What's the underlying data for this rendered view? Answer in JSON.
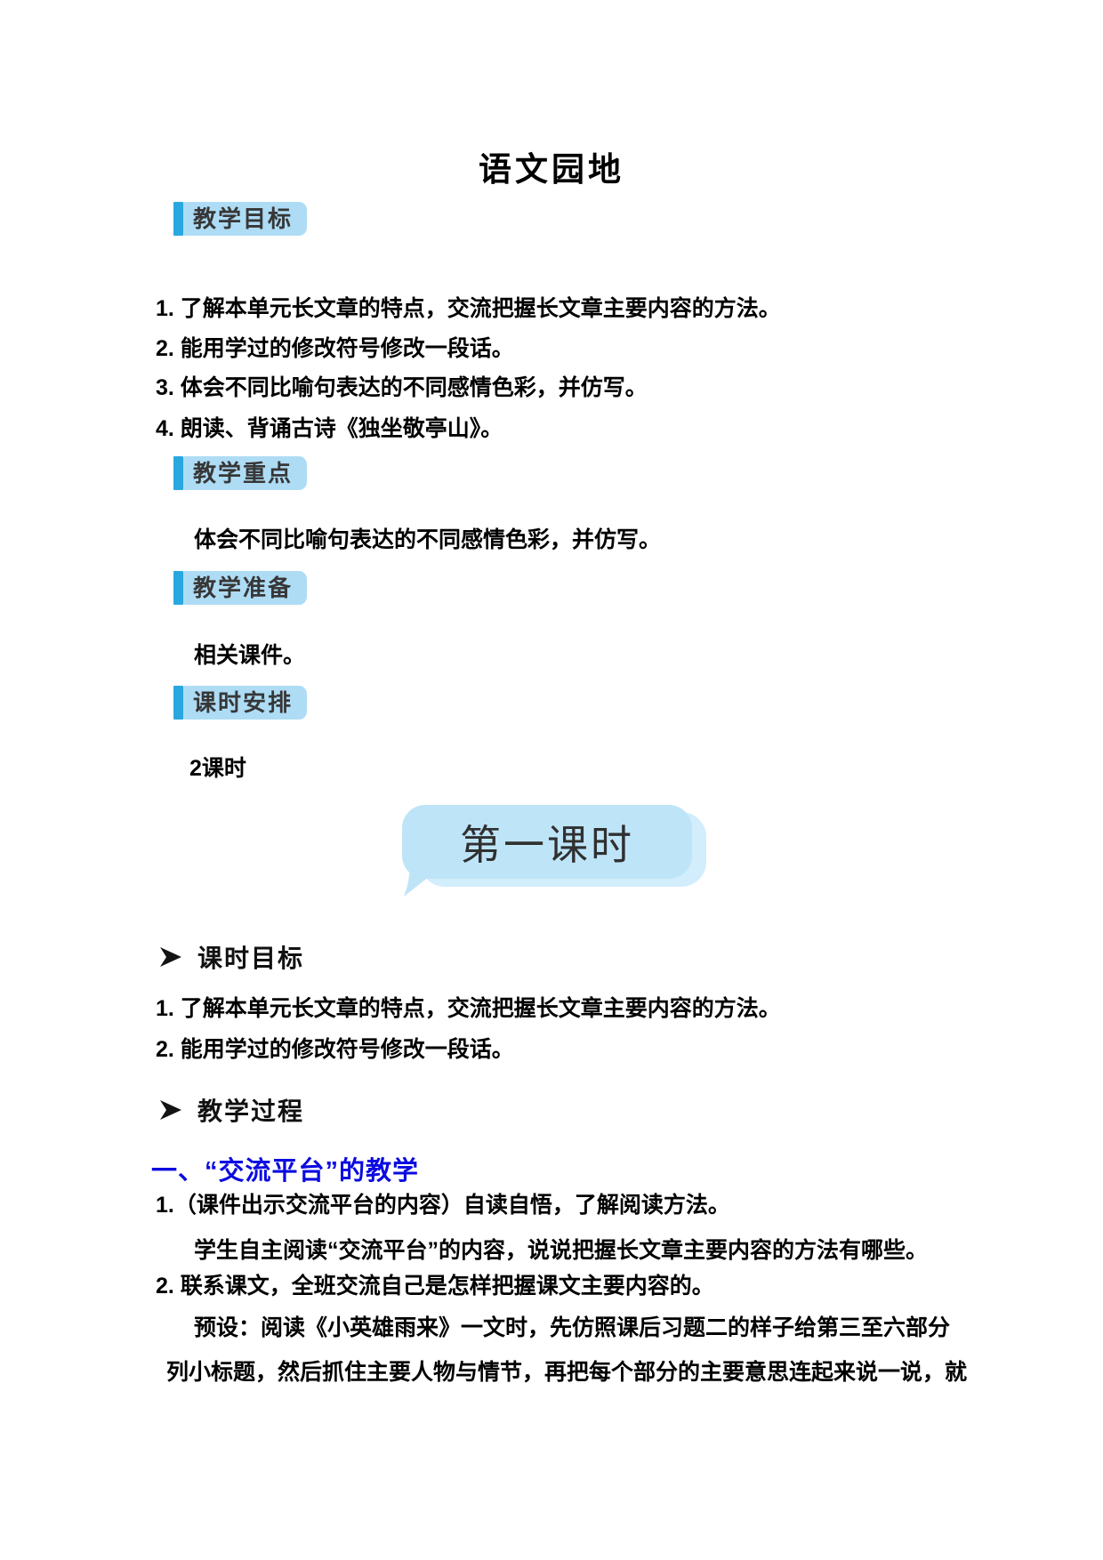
{
  "title": "语文园地",
  "colors": {
    "badge_bar_accent": "#29a8e0",
    "badge_background": "#aedcf5",
    "bubble_front": "#bee4f8",
    "bubble_back": "#d2edfb",
    "section_heading_blue": "#0b0be0",
    "body_text": "#000000"
  },
  "sections": {
    "goals": {
      "label": "教学目标",
      "items": [
        "1. 了解本单元长文章的特点，交流把握长文章主要内容的方法。",
        "2. 能用学过的修改符号修改一段话。",
        "3. 体会不同比喻句表达的不同感情色彩，并仿写。",
        "4. 朗读、背诵古诗《独坐敬亭山》。"
      ]
    },
    "key_point": {
      "label": "教学重点",
      "text": "体会不同比喻句表达的不同感情色彩，并仿写。"
    },
    "preparation": {
      "label": "教学准备",
      "text": "相关课件。"
    },
    "schedule": {
      "label": "课时安排",
      "text": "2课时"
    }
  },
  "lesson_one": {
    "banner": "第一课时",
    "goals_heading": "课时目标",
    "goals": [
      "1. 了解本单元长文章的特点，交流把握长文章主要内容的方法。",
      "2. 能用学过的修改符号修改一段话。"
    ],
    "process_heading": "教学过程",
    "process": {
      "section_title": "一、“交流平台”的教学",
      "lines": [
        "1.（课件出示交流平台的内容）自读自悟，了解阅读方法。",
        "学生自主阅读“交流平台”的内容，说说把握长文章主要内容的方法有哪些。",
        "2. 联系课文，全班交流自己是怎样把握课文主要内容的。",
        "预设：阅读《小英雄雨来》一文时，先仿照课后习题二的样子给第三至六部分",
        "列小标题，然后抓住主要人物与情节，再把每个部分的主要意思连起来说一说，就"
      ]
    }
  }
}
